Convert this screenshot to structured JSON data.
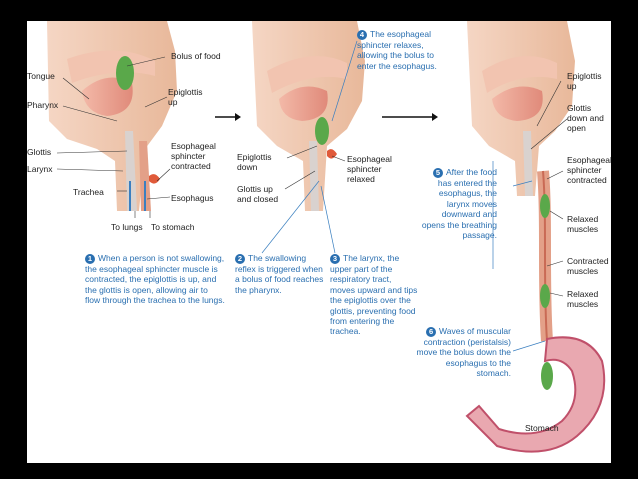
{
  "labels": {
    "bolus_of_food": "Bolus of food",
    "tongue": "Tongue",
    "epiglottis_up": "Epiglottis up",
    "pharynx": "Pharynx",
    "glottis": "Glottis",
    "esophageal_sphincter_contracted": "Esophageal sphincter contracted",
    "larynx": "Larynx",
    "trachea": "Trachea",
    "esophagus": "Esophagus",
    "to_lungs": "To lungs",
    "to_stomach": "To stomach",
    "epiglottis_down": "Epiglottis down",
    "esophageal_sphincter_relaxed": "Esophageal sphincter relaxed",
    "glottis_up_closed": "Glottis up and closed",
    "r_epiglottis_up": "Epiglottis up",
    "glottis_down_open": "Glottis down and open",
    "r_sphincter_contracted": "Esophageal sphincter contracted",
    "relaxed_muscles_1": "Relaxed muscles",
    "contracted_muscles": "Contracted muscles",
    "relaxed_muscles_2": "Relaxed muscles",
    "stomach": "Stomach"
  },
  "steps": [
    {
      "num": "1",
      "text": "When a person is not swallowing, the esophageal sphincter muscle is contracted, the epiglottis is up, and the glottis is open, allowing air to flow through the trachea to the lungs."
    },
    {
      "num": "2",
      "text": "The swallowing reflex is triggered when a bolus of food reaches the pharynx."
    },
    {
      "num": "3",
      "text": "The larynx, the upper part of the respiratory tract, moves upward and tips the epiglottis over the glottis, preventing food from entering the trachea."
    },
    {
      "num": "4",
      "text": "The esophageal sphincter relaxes, allowing the bolus to enter the esophagus."
    },
    {
      "num": "5",
      "text": "After the food has entered the esophagus, the larynx moves downward and opens the breathing passage."
    },
    {
      "num": "6",
      "text": "Waves of muscular contraction (peristalsis) move the bolus down the esophagus to the stomach."
    }
  ],
  "colors": {
    "background": "#000000",
    "panel": "#ffffff",
    "callout_blue": "#2a6fb0",
    "bolus_green": "#5aa84a",
    "tissue_tan": "#e8b89a",
    "stomach_red": "#c0506a"
  }
}
